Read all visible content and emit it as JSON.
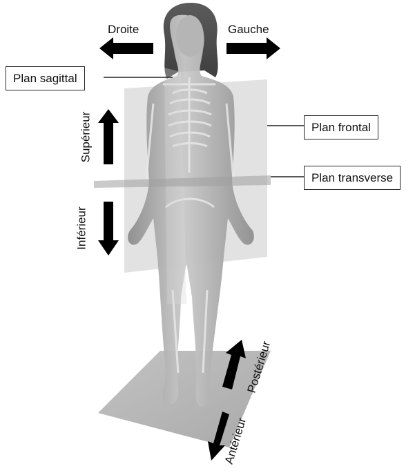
{
  "directions": {
    "right": "Droite",
    "left": "Gauche",
    "superior": "Supérieur",
    "inferior": "Inférieur",
    "posterior": "Postérieur",
    "anterior": "Antérieur"
  },
  "planes": {
    "sagittal": "Plan sagittal",
    "frontal": "Plan frontal",
    "transverse": "Plan transverse"
  },
  "colors": {
    "arrow": "#000000",
    "plane_fill": "#bdbdbd",
    "body_fill": "#a9a9a9",
    "skeleton": "#e6e6e6"
  }
}
